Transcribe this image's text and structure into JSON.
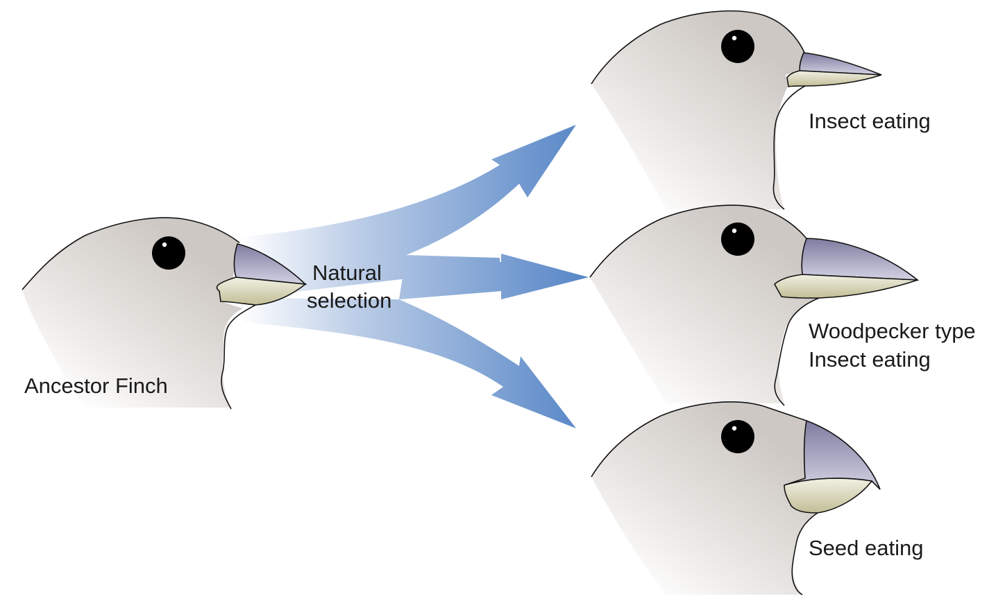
{
  "diagram": {
    "center_label": {
      "line1": "Natural",
      "line2": "selection"
    },
    "ancestor": {
      "label": "Ancestor Finch",
      "beak": "medium"
    },
    "descendants": [
      {
        "label_line1": "Insect eating",
        "label_line2": "",
        "beak": "thin-pointed"
      },
      {
        "label_line1": "Woodpecker type",
        "label_line2": "Insect eating",
        "beak": "long-straight"
      },
      {
        "label_line1": "Seed eating",
        "label_line2": "",
        "beak": "thick-conical"
      }
    ],
    "colors": {
      "arrow_start": "#ffffff",
      "arrow_end": "#5a88c8",
      "head_fill_light": "#ffffff",
      "head_fill_dark": "#cdc8c4",
      "upper_beak_dark": "#7e7c9f",
      "upper_beak_light": "#cdcce0",
      "lower_beak_light": "#eeeedf",
      "lower_beak_dark": "#c4c09a",
      "outline": "#111111",
      "eye": "#000000"
    }
  }
}
